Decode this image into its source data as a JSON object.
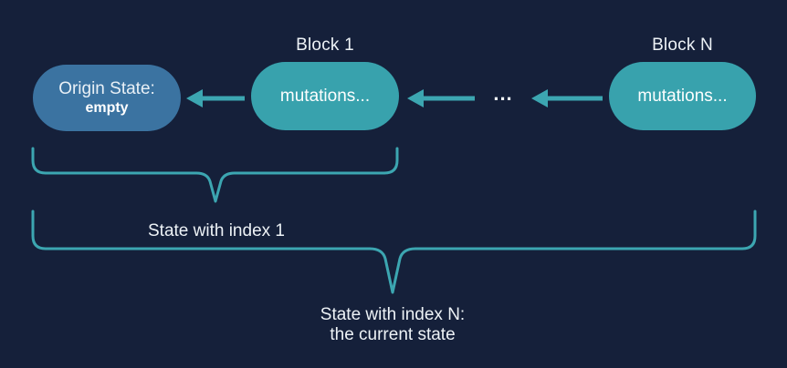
{
  "colors": {
    "background": "#15203A",
    "origin_pill": "#3B73A1",
    "mutation_pill": "#38A2AD",
    "accent_teal": "#3CA6B1",
    "text": "#EDF2F6"
  },
  "labels": {
    "block_1": "Block 1",
    "block_n": "Block N",
    "ellipsis": "...",
    "brace_1": "State with index 1",
    "brace_2_line_1": "State with index N:",
    "brace_2_line_2": "the current state"
  },
  "pills": {
    "origin": {
      "title": "Origin State:",
      "value": "empty"
    },
    "block_1": {
      "label": "mutations..."
    },
    "block_n": {
      "label": "mutations..."
    }
  }
}
